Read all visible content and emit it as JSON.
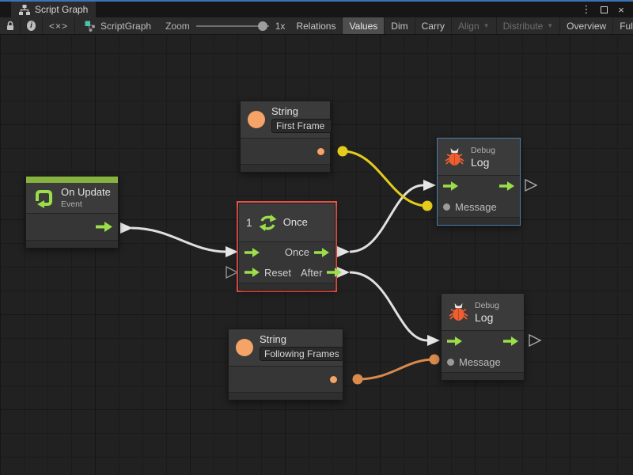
{
  "window": {
    "tab_title": "Script Graph",
    "menu_glyph": "⋮",
    "close_glyph": "×"
  },
  "toolbar": {
    "info_glyph": "i",
    "code_label": "<×>",
    "breadcrumb_label": "ScriptGraph",
    "zoom_label": "Zoom",
    "zoom_value": "1x",
    "dropdown_glyph": "▼",
    "buttons": [
      {
        "label": "Relations",
        "state": "normal"
      },
      {
        "label": "Values",
        "state": "active"
      },
      {
        "label": "Dim",
        "state": "normal"
      },
      {
        "label": "Carry",
        "state": "normal"
      },
      {
        "label": "Align",
        "state": "disabled-dropdown"
      },
      {
        "label": "Distribute",
        "state": "disabled-dropdown"
      },
      {
        "label": "Overview",
        "state": "normal"
      },
      {
        "label": "Full Screen",
        "state": "normal"
      }
    ]
  },
  "graph": {
    "zoom_level": "1x",
    "nodes": {
      "string_first_frame": {
        "title": "String",
        "value": "First Frame"
      },
      "on_update": {
        "title": "On Update",
        "subtitle": "Event"
      },
      "once": {
        "counter": "1",
        "title": "Once",
        "out1_label": "Once",
        "in2_label": "Reset",
        "out2_label": "After",
        "selected": true
      },
      "debug_log_top": {
        "subtitle": "Debug",
        "title": "Log",
        "message_label": "Message",
        "focused": true
      },
      "debug_log_bottom": {
        "subtitle": "Debug",
        "title": "Log",
        "message_label": "Message"
      },
      "string_following_frames": {
        "title": "String",
        "value": "Following Frames"
      }
    },
    "connections": [
      {
        "from": "on_update.output",
        "to": "once.input",
        "kind": "flow",
        "color": "#E0E0E0"
      },
      {
        "from": "once.output_once",
        "to": "debug_log_top.input",
        "kind": "flow",
        "color": "#E0E0E0"
      },
      {
        "from": "once.output_after",
        "to": "debug_log_bottom.input",
        "kind": "flow",
        "color": "#E0E0E0"
      },
      {
        "from": "string_first_frame.output",
        "to": "debug_log_top.message",
        "kind": "value",
        "color": "#E3CC1C"
      },
      {
        "from": "string_following_frames.output",
        "to": "debug_log_bottom.message",
        "kind": "value",
        "color": "#D98A4D"
      }
    ],
    "colors": {
      "selection_red": "#EB5649",
      "focus_blue": "#4a7fae",
      "flow_green": "#9CDE4A",
      "event_green": "#86B23F",
      "value_orange": "#F5A366",
      "bug_orange": "#ED5E30",
      "wire_yellow": "#E3CC1C",
      "wire_orange": "#D98A4D",
      "wire_white": "#E0E0E0"
    }
  }
}
